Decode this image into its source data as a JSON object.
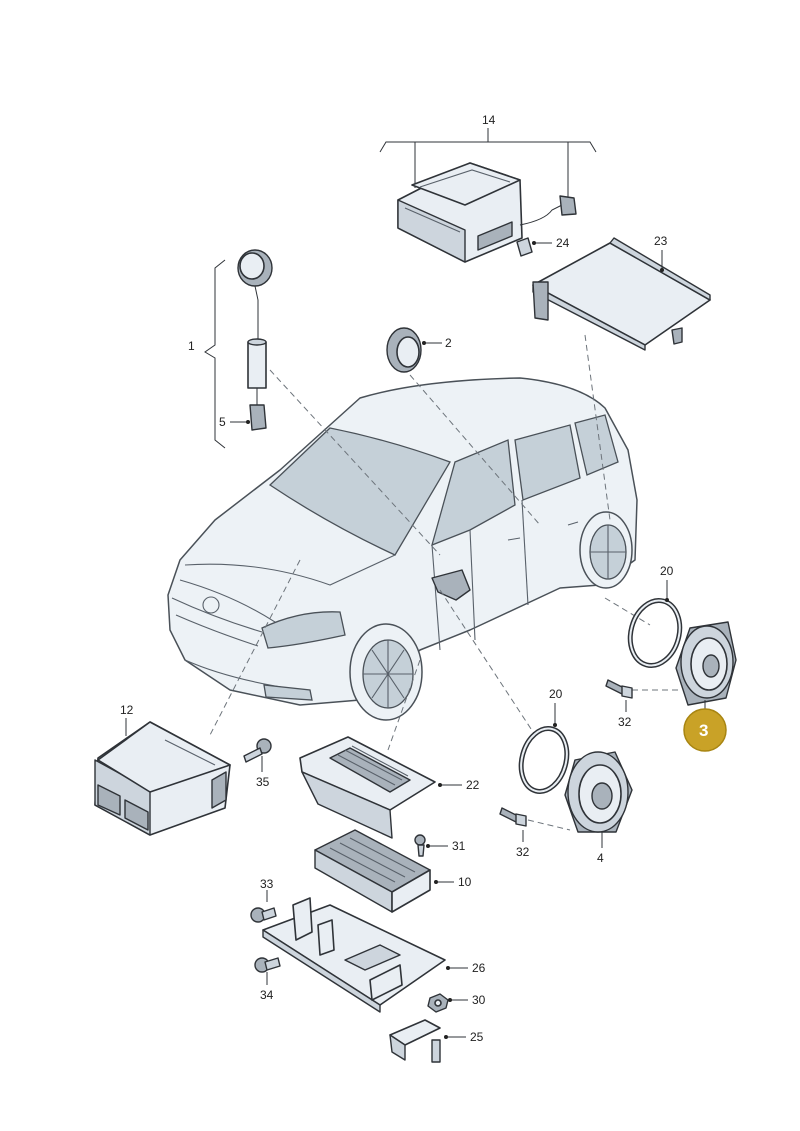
{
  "callouts": {
    "c1": "1",
    "c2": "2",
    "c3": "3",
    "c4": "4",
    "c5": "5",
    "c10": "10",
    "c12": "12",
    "c14": "14",
    "c20a": "20",
    "c20b": "20",
    "c22": "22",
    "c23": "23",
    "c24": "24",
    "c25": "25",
    "c26": "26",
    "c30": "30",
    "c31": "31",
    "c32a": "32",
    "c32b": "32",
    "c33": "33",
    "c34": "34",
    "c35": "35"
  },
  "colors": {
    "highlight": "#c9a227",
    "line": "#2f3338",
    "part_fill": "#e9eef3"
  }
}
